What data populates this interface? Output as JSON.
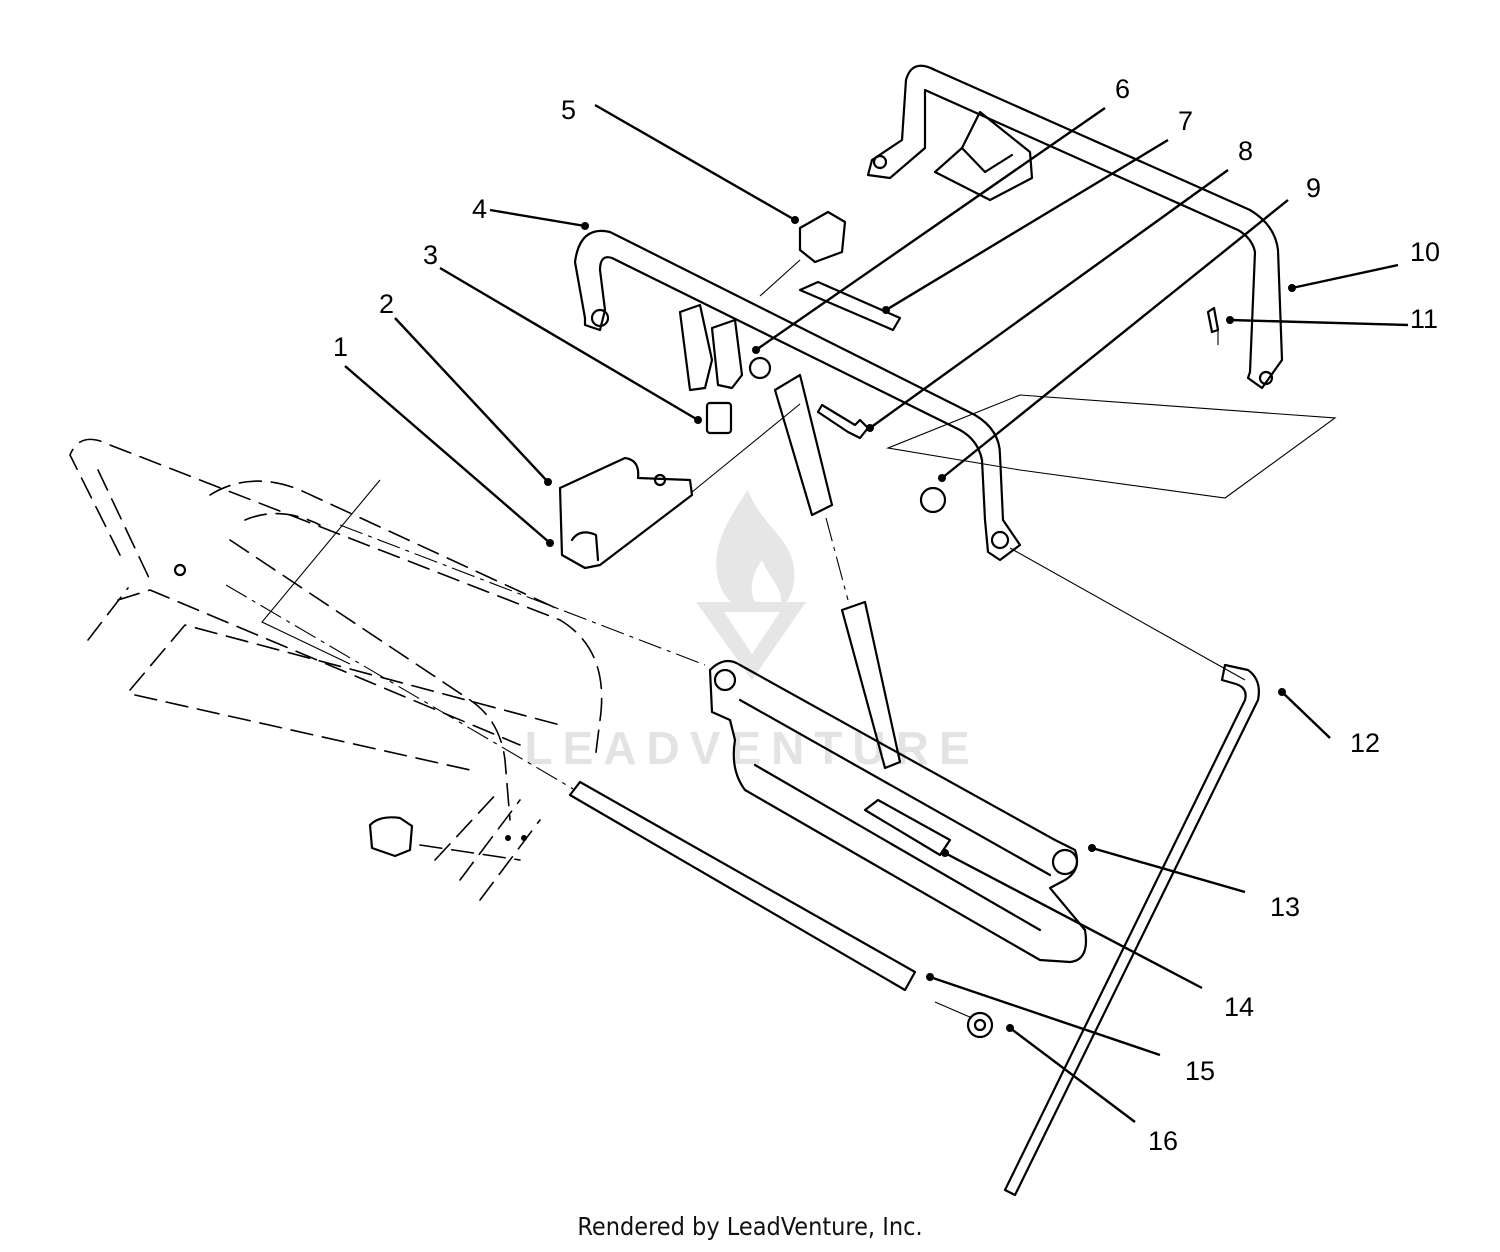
{
  "watermark": {
    "text": "LEADVENTURE"
  },
  "footer": {
    "text": "Rendered by LeadVenture, Inc."
  },
  "callouts": [
    "1",
    "2",
    "3",
    "4",
    "5",
    "6",
    "7",
    "8",
    "9",
    "10",
    "11",
    "12",
    "13",
    "14",
    "15",
    "16"
  ],
  "colors": {
    "line": "#000000",
    "watermark": "#e3e3e3",
    "background": "#ffffff"
  }
}
